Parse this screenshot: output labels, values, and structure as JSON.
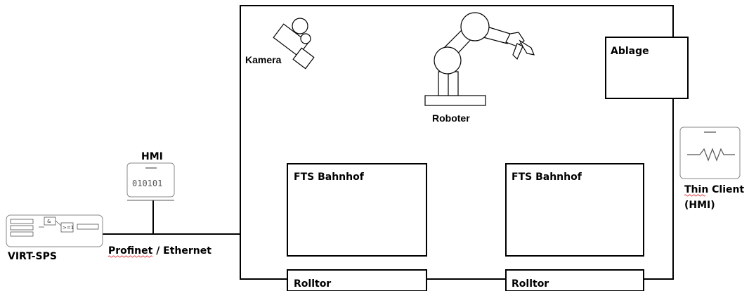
{
  "cell": {
    "label_ablage": "Ablage",
    "label_kamera": "Kamera",
    "label_roboter": "Roboter"
  },
  "stations": [
    {
      "label": "FTS Bahnhof",
      "door": "Rolltor"
    },
    {
      "label": "FTS Bahnhof",
      "door": "Rolltor"
    }
  ],
  "hmi": {
    "label": "HMI",
    "screen_text": "010101"
  },
  "plc": {
    "label": "VIRT-SPS",
    "gate_and": "&",
    "gate_or": ">=1"
  },
  "network": {
    "label": "Profinet / Ethernet"
  },
  "thin_client": {
    "line1": "Thin Client",
    "line2": "(HMI)"
  }
}
